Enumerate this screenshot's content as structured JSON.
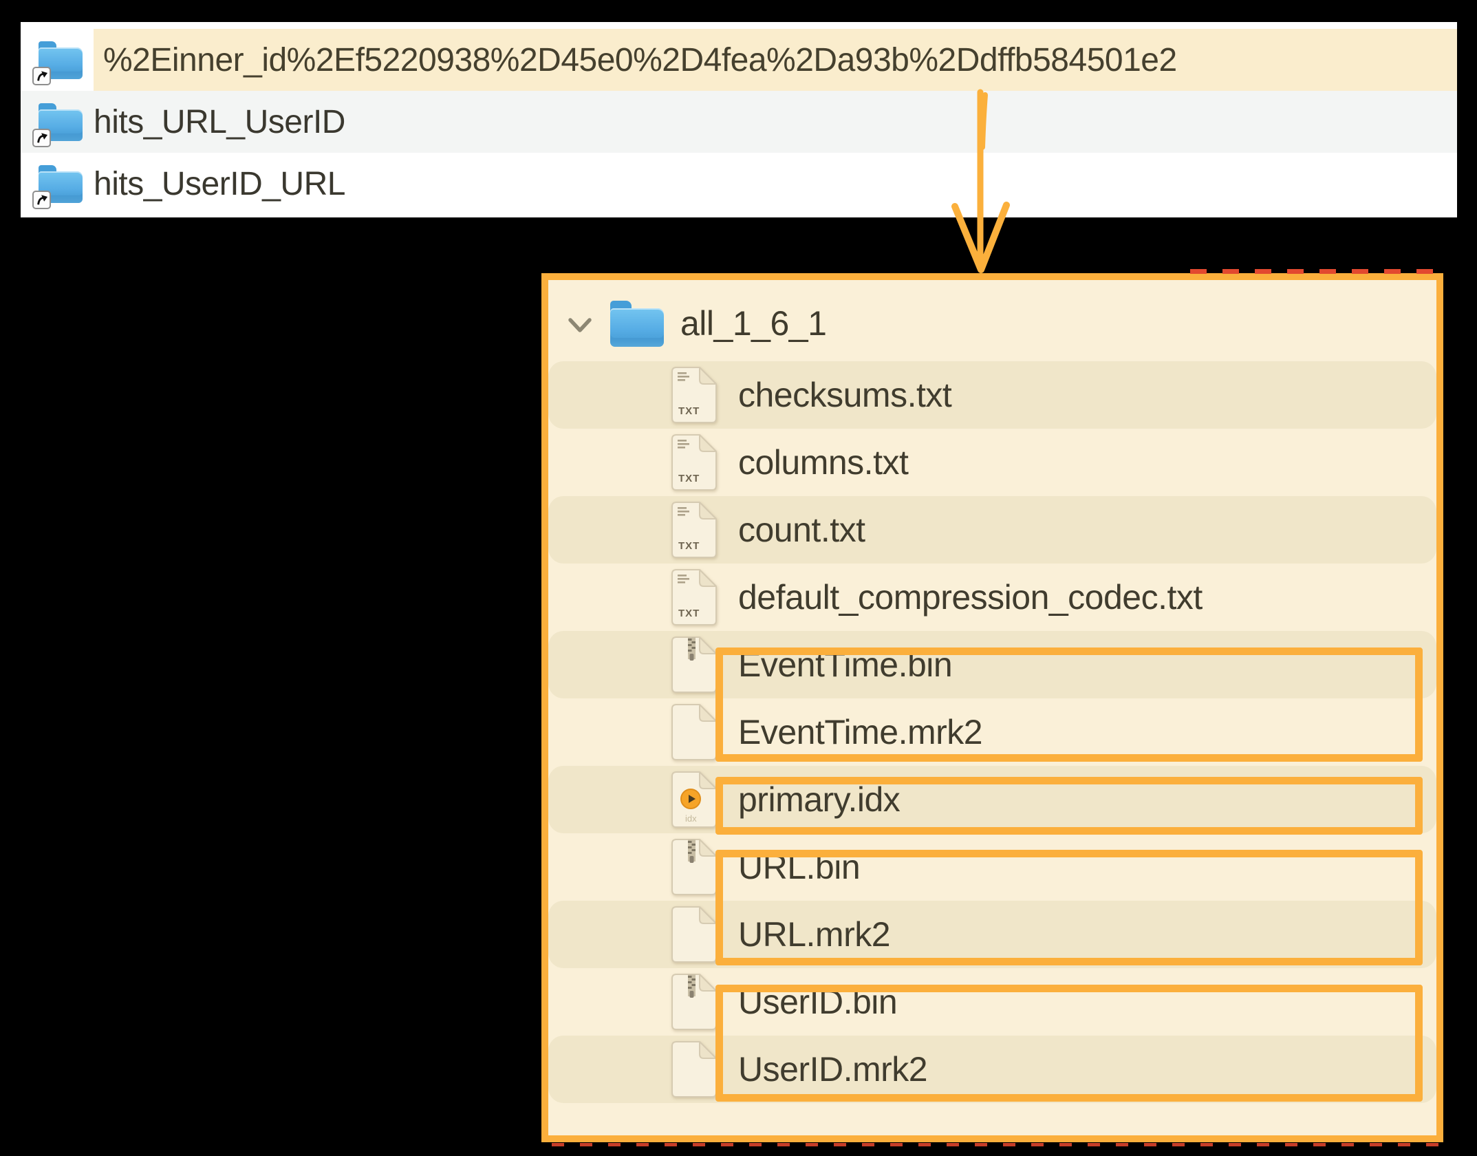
{
  "top_panel": {
    "rows": [
      {
        "name": "%2Einner_id%2Ef5220938%2D45e0%2D4fea%2Da93b%2Ddffb584501e2",
        "highlighted": true,
        "icon": "alias-folder"
      },
      {
        "name": "hits_URL_UserID",
        "highlighted": false,
        "icon": "alias-folder"
      },
      {
        "name": "hits_UserID_URL",
        "highlighted": false,
        "icon": "alias-folder"
      }
    ]
  },
  "arrow": {
    "description": "hand-drawn down arrow from highlighted folder row to contents panel",
    "color": "#FBB03C"
  },
  "lower_panel": {
    "folder": {
      "name": "all_1_6_1",
      "expanded": true,
      "icon": "blue-folder"
    },
    "files": [
      {
        "name": "checksums.txt",
        "type": "txt"
      },
      {
        "name": "columns.txt",
        "type": "txt"
      },
      {
        "name": "count.txt",
        "type": "txt"
      },
      {
        "name": "default_compression_codec.txt",
        "type": "txt"
      },
      {
        "name": "EventTime.bin",
        "type": "bin",
        "boxed": "pair-1"
      },
      {
        "name": "EventTime.mrk2",
        "type": "mrk2",
        "boxed": "pair-1"
      },
      {
        "name": "primary.idx",
        "type": "idx",
        "boxed": "single"
      },
      {
        "name": "URL.bin",
        "type": "bin",
        "boxed": "pair-2"
      },
      {
        "name": "URL.mrk2",
        "type": "mrk2",
        "boxed": "pair-2"
      },
      {
        "name": "UserID.bin",
        "type": "bin",
        "boxed": "pair-3"
      },
      {
        "name": "UserID.mrk2",
        "type": "mrk2",
        "boxed": "pair-3"
      }
    ],
    "icon_badges": {
      "txt": "TXT",
      "idx": "idx"
    }
  },
  "colors": {
    "accent_orange": "#FBAF3C",
    "highlight_cream": "#FAEDCD",
    "panel_cream": "#FAF0D8",
    "row_stripe": "#F0E6C9",
    "alt_row_gray": "#F3F5F4",
    "red_dash": "#E2492F",
    "folder_blue": "#57ADE5"
  }
}
